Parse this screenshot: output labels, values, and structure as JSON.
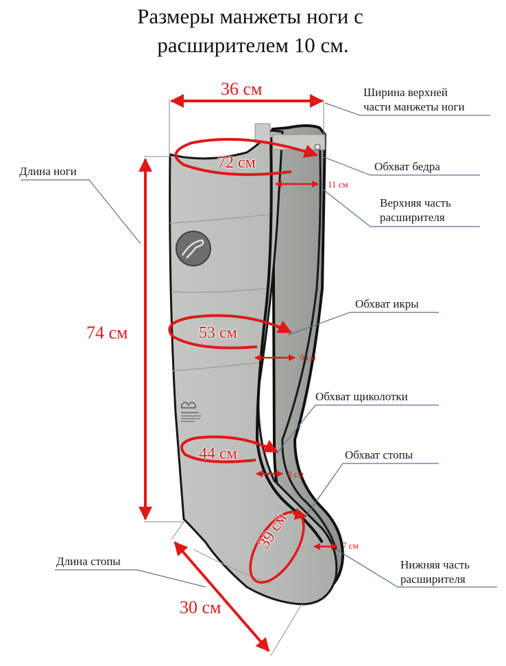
{
  "title": {
    "line1": "Размеры манжеты ноги с",
    "line2": "расширителем 10 см."
  },
  "colors": {
    "measure_red": "#e01818",
    "cuff_gray": "#b9bcb8",
    "cuff_edge": "#111111",
    "leader_line": "#5a6f8c",
    "text": "#111111"
  },
  "measurements": {
    "top_width": "36 см",
    "thigh_girth": "72 см",
    "upper_extender": "11 см",
    "leg_length": "74 см",
    "calf_girth": "53 см",
    "calf_extender": "9 см",
    "ankle_girth": "44 см",
    "ankle_extender": "8 см",
    "foot_girth": "39 см",
    "lower_extender": "7 см",
    "foot_length": "30 см"
  },
  "labels": {
    "top_width_line1": "Ширина верхней",
    "top_width_line2": "части манжеты ноги",
    "thigh": "Обхват бедра",
    "upper_extender_line1": "Верхняя часть",
    "upper_extender_line2": "расширителя",
    "leg_length": "Длина ноги",
    "calf": "Обхват икры",
    "ankle": "Обхват щиколотки",
    "foot": "Обхват стопы",
    "foot_length": "Длина стопы",
    "lower_extender_line1": "Нижняя часть",
    "lower_extender_line2": "расширителя"
  },
  "icons": {
    "brand_badge": "circular-logo-badge",
    "maker_logo": "wellbutech-logo"
  }
}
